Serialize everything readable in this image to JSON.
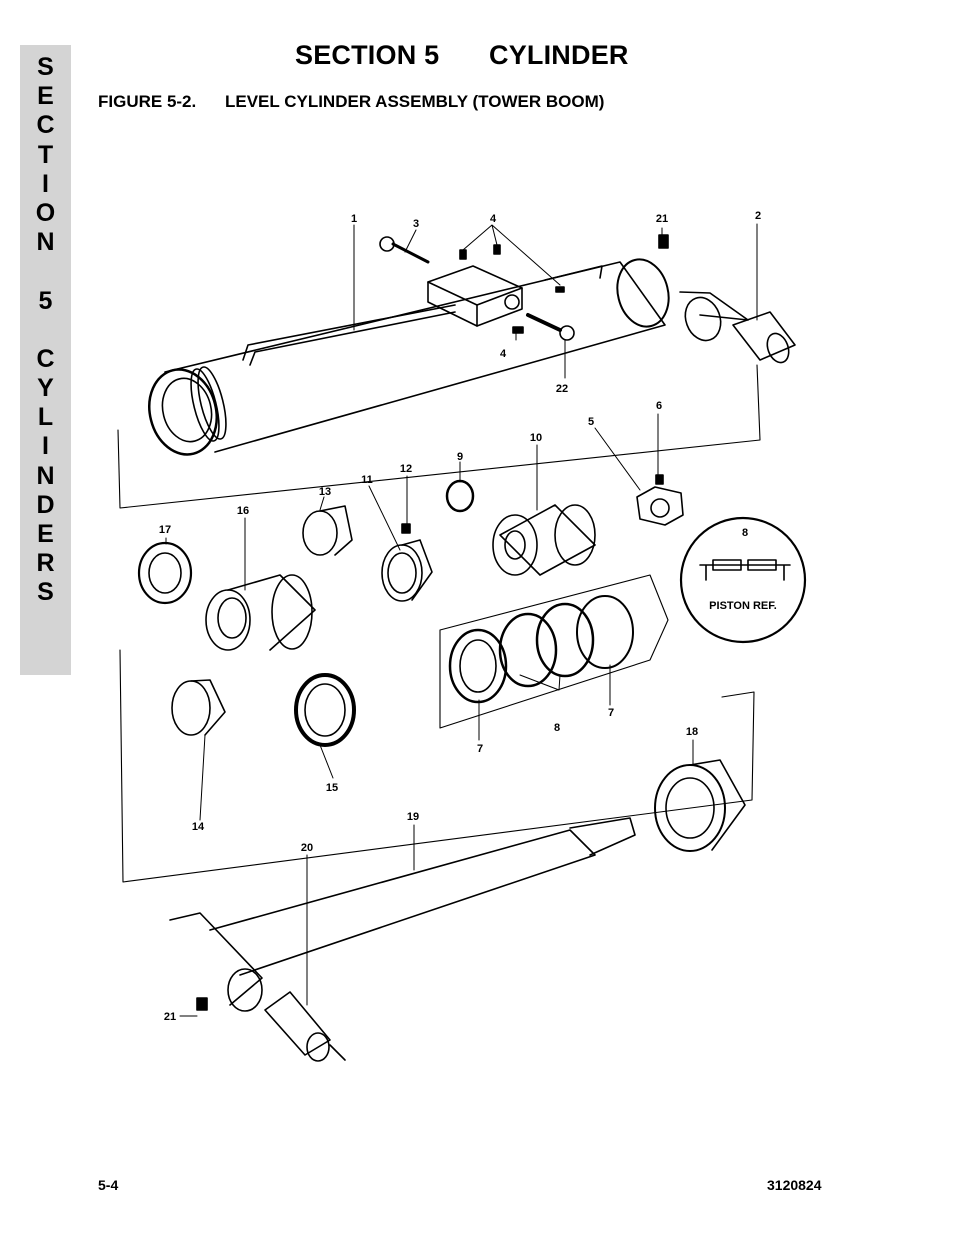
{
  "side_tab": {
    "letters": [
      "S",
      "E",
      "C",
      "T",
      "I",
      "O",
      "N",
      "",
      "5",
      "",
      "C",
      "Y",
      "L",
      "I",
      "N",
      "D",
      "E",
      "R",
      "S"
    ]
  },
  "header": {
    "section": "SECTION 5",
    "title": "CYLINDER"
  },
  "figure": {
    "number": "FIGURE 5-2.",
    "title": "LEVEL CYLINDER ASSEMBLY (TOWER BOOM)"
  },
  "diagram": {
    "callouts": {
      "c1": "1",
      "c3": "3",
      "c4a": "4",
      "c21a": "21",
      "c2": "2",
      "c4b": "4",
      "c22": "22",
      "c6": "6",
      "c5": "5",
      "c10": "10",
      "c9": "9",
      "c12": "12",
      "c11": "11",
      "c13": "13",
      "c16": "16",
      "c17": "17",
      "c8a": "8",
      "c8b": "8",
      "c7a": "7",
      "c7b": "7",
      "c15": "15",
      "c14": "14",
      "c18": "18",
      "c19": "19",
      "c20": "20",
      "c21b": "21"
    },
    "inset_label": "PISTON REF."
  },
  "footer": {
    "page": "5-4",
    "doc_number": "3120824"
  }
}
